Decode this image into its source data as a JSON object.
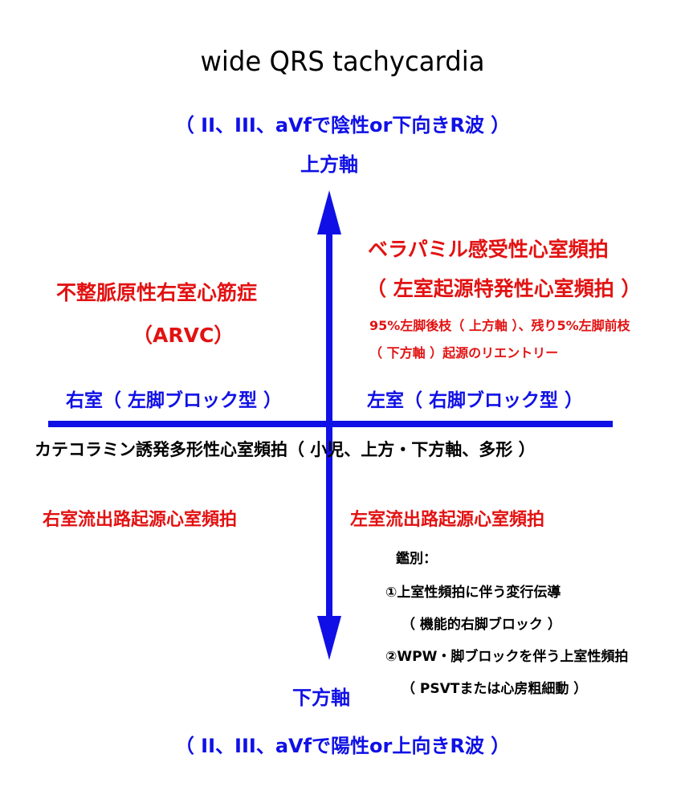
{
  "title": "wide QRS tachycardia",
  "colors": {
    "axis": "#1010e6",
    "label_blue": "#1010e6",
    "label_red": "#e21212",
    "text": "#000000"
  },
  "axis_top": {
    "criteria": "（ II、III、aVfで陰性or下向きR波 ）",
    "label": "上方軸"
  },
  "axis_bottom": {
    "label": "下方軸",
    "criteria": "（ II、III、aVfで陽性or上向きR波 ）"
  },
  "axis_left": {
    "label": "右室（ 左脚ブロック型 ）"
  },
  "axis_right": {
    "label": "左室（ 右脚ブロック型 ）"
  },
  "quadrant_upper_left": {
    "name": "不整脈原性右室心筋症",
    "abbr": "（ARVC）"
  },
  "quadrant_upper_right": {
    "name": "ベラパミル感受性心室頻拍",
    "subname": "（ 左室起源特発性心室頻拍 ）",
    "note_line1": "95%左脚後枝（ 上方軸 ）、残り5%左脚前枝",
    "note_line2": "（ 下方軸 ）起源のリエントリー"
  },
  "center": {
    "label": "カテコラミン誘発多形性心室頻拍（ 小児、上方・下方軸、多形 ）"
  },
  "quadrant_lower_left": {
    "name": "右室流出路起源心室頻拍"
  },
  "quadrant_lower_right": {
    "name": "左室流出路起源心室頻拍",
    "differential_title": "鑑別：",
    "item1": "①上室性頻拍に伴う変行伝導",
    "item1_sub": "（ 機能的右脚ブロック ）",
    "item2": "②WPW・脚ブロックを伴う上室性頻拍",
    "item2_sub": "（ PSVTまたは心房粗細動 ）"
  }
}
